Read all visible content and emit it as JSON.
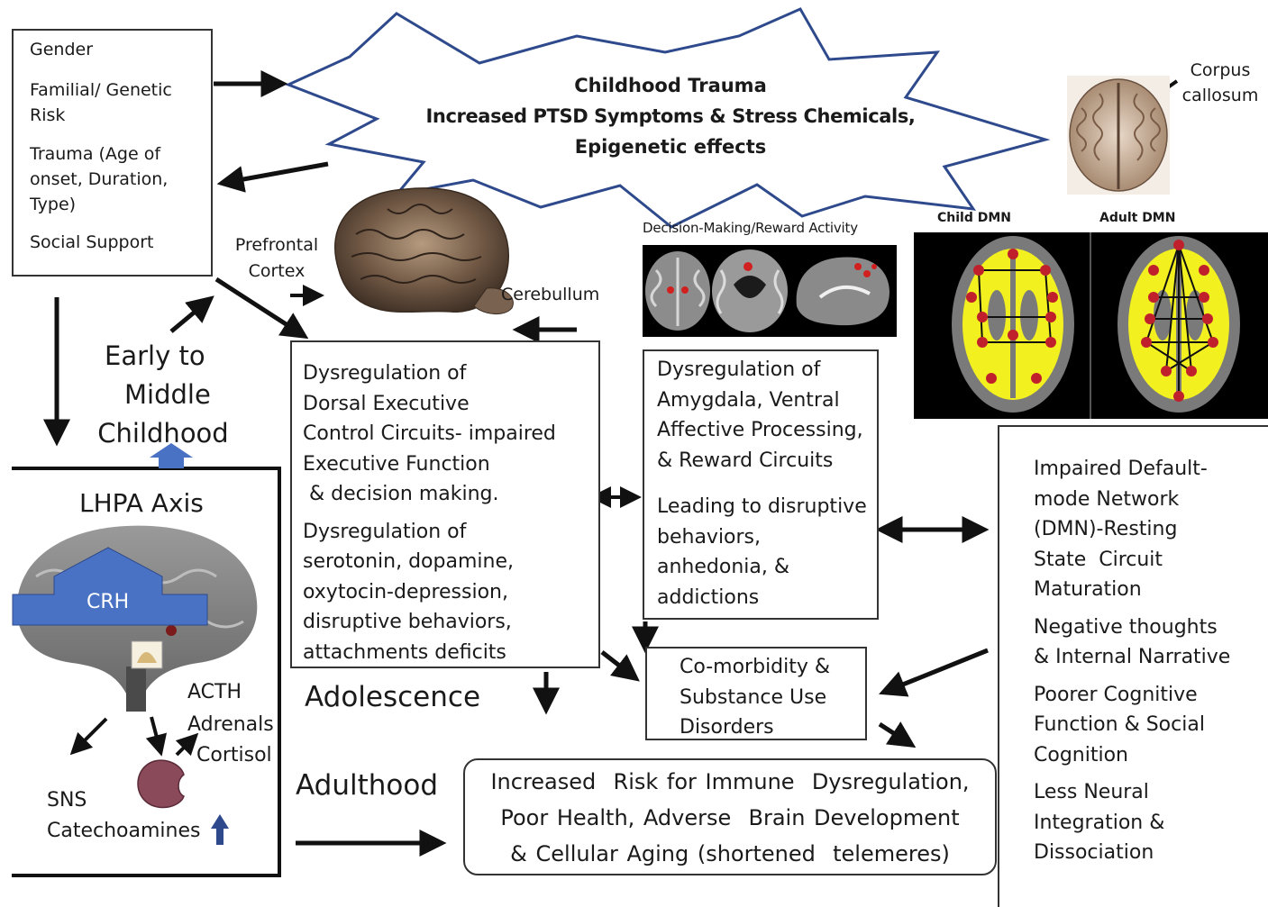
{
  "risk_factors": {
    "items": [
      [
        "Gender"
      ],
      [
        "Familial/ Genetic",
        "Risk"
      ],
      [
        "Trauma (Age of",
        "onset, Duration,",
        "Type)"
      ],
      [
        "Social Support"
      ]
    ]
  },
  "trauma_star": {
    "line1": "Childhood Trauma",
    "line2": "Increased PTSD Symptoms & Stress Chemicals,",
    "line3": "Epigenetic effects"
  },
  "corpus_callosum": {
    "line1": "Corpus",
    "line2": "callosum"
  },
  "labels": {
    "prefrontal_1": "Prefrontal",
    "prefrontal_2": "Cortex",
    "cerebullum": "Cerebullum",
    "decision_reward": "Decision-Making/Reward Activity",
    "child_dmn": "Child DMN",
    "adult_dmn": "Adult DMN",
    "early_1": "Early to",
    "early_2": "Middle",
    "early_3": "Childhood",
    "adolescence": "Adolescence",
    "adulthood": "Adulthood"
  },
  "dorsal_box": {
    "lines": [
      "Dysregulation of",
      "Dorsal Executive",
      "Control Circuits- impaired",
      "Executive Function",
      " & decision making.",
      "Dysregulation of",
      "serotonin, dopamine,",
      "oxytocin-depression,",
      "disruptive behaviors,",
      "attachments deficits"
    ]
  },
  "amygdala_box": {
    "lines": [
      "Dysregulation of",
      "Amygdala, Ventral",
      "Affective Processing,",
      "& Reward Circuits",
      "Leading to disruptive",
      "behaviors,",
      "anhedonia, &",
      "addictions"
    ]
  },
  "dmn_box": {
    "lines": [
      "Impaired Default-",
      "mode Network",
      "(DMN)-Resting",
      "State  Circuit",
      "Maturation",
      "Negative thoughts",
      "& Internal Narrative",
      "Poorer Cognitive",
      "Function & Social",
      "Cognition",
      "Less Neural",
      "Integration &",
      "Dissociation"
    ]
  },
  "comorbidity_box": {
    "lines": [
      "Co-morbidity &",
      "Substance Use",
      "Disorders"
    ]
  },
  "lhpa": {
    "title": "LHPA Axis",
    "crh": "CRH",
    "acth": "ACTH",
    "adrenals": "Adrenals",
    "cortisol": "Cortisol",
    "sns": "SNS",
    "catecho": "Catechoamines"
  },
  "outcome_box": {
    "line1": "Increased  Risk for Immune  Dysregulation,",
    "line2": "Poor Health, Adverse  Brain Development",
    "line3": "& Cellular Aging (shortened  telemeres)"
  },
  "colors": {
    "star_outline": "#2e4a8c",
    "crh_blue": "#4a72c4",
    "dmn_yellow": "#f3f020",
    "dmn_node": "#c0202b",
    "kidney": "#8a4a5a"
  }
}
